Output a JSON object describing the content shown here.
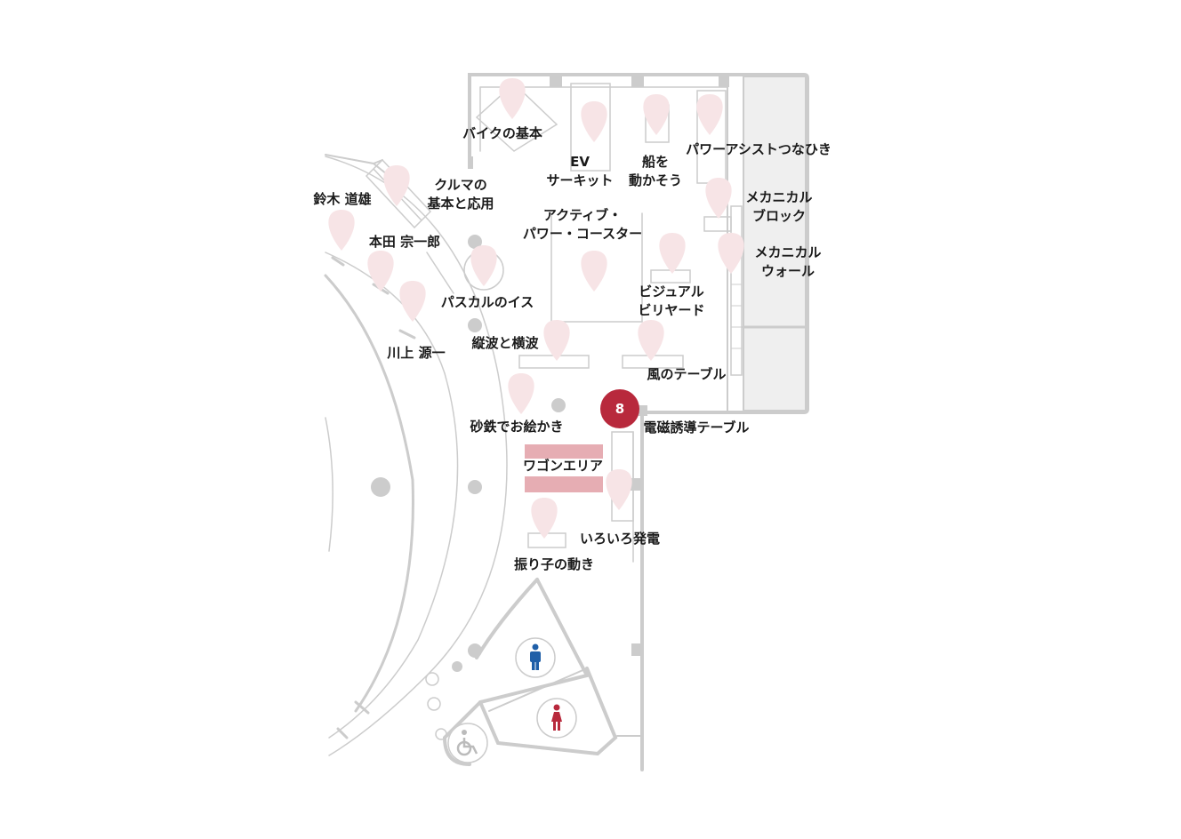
{
  "map": {
    "current_marker": {
      "number": "8",
      "color": "#b8293c"
    },
    "exhibits": [
      {
        "id": "bike-basics",
        "label": "バイクの基本"
      },
      {
        "id": "ev-circuit",
        "label": "EV\nサーキット"
      },
      {
        "id": "move-ship",
        "label": "船を\n動かそう"
      },
      {
        "id": "power-assist",
        "label": "パワーアシストつなひき"
      },
      {
        "id": "car-basics",
        "label": "クルマの\n基本と応用"
      },
      {
        "id": "mechanical-block",
        "label": "メカニカル\nブロック"
      },
      {
        "id": "suzuki",
        "label": "鈴木 道雄"
      },
      {
        "id": "active-coaster",
        "label": "アクティブ・\nパワー・コースター"
      },
      {
        "id": "honda",
        "label": "本田 宗一郎"
      },
      {
        "id": "mechanical-wall",
        "label": "メカニカル\nウォール"
      },
      {
        "id": "visual-billiards",
        "label": "ビジュアル\nビリヤード"
      },
      {
        "id": "pascal-chair",
        "label": "パスカルのイス"
      },
      {
        "id": "kawakami",
        "label": "川上 源一"
      },
      {
        "id": "waves",
        "label": "縦波と横波"
      },
      {
        "id": "wind-table",
        "label": "風のテーブル"
      },
      {
        "id": "iron-sand",
        "label": "砂鉄でお絵かき"
      },
      {
        "id": "induction-table",
        "label": "電磁誘導テーブル"
      },
      {
        "id": "wagon-area",
        "label": "ワゴンエリア"
      },
      {
        "id": "power-generation",
        "label": "いろいろ発電"
      },
      {
        "id": "pendulum",
        "label": "振り子の動き"
      }
    ],
    "colors": {
      "wall": "#cccccc",
      "pin": "#f7e4e6",
      "wagon": "#e6adb3",
      "pillar": "#cccccc",
      "men": "#1f5fa8",
      "women": "#b8293c",
      "accessible": "#bbbbbb",
      "service": "#efefef"
    },
    "icons": [
      "men-restroom-icon",
      "women-restroom-icon",
      "wheelchair-icon"
    ]
  }
}
